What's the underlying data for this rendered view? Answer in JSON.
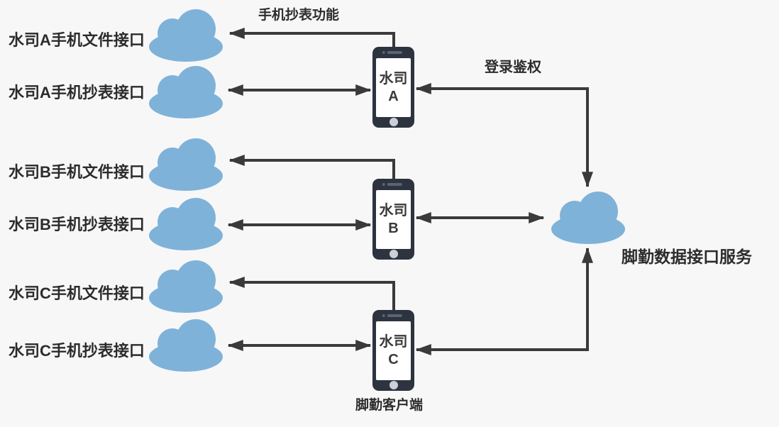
{
  "diagram": {
    "interfaces": [
      {
        "label": "水司A手机文件接口"
      },
      {
        "label": "水司A手机抄表接口"
      },
      {
        "label": "水司B手机文件接口"
      },
      {
        "label": "水司B手机抄表接口"
      },
      {
        "label": "水司C手机文件接口"
      },
      {
        "label": "水司C手机抄表接口"
      }
    ],
    "phones": [
      {
        "name": "水司",
        "letter": "A"
      },
      {
        "name": "水司",
        "letter": "B"
      },
      {
        "name": "水司",
        "letter": "C"
      }
    ],
    "annotations": {
      "meter_function": "手机抄表功能",
      "login_auth": "登录鉴权",
      "client": "脚勤客户端",
      "service": "脚勤数据接口服务"
    },
    "colors": {
      "background": "#f7f7f7",
      "cloud": "#7fb2d9",
      "line": "#3a3a3a",
      "phone_body": "#2d3440",
      "text": "#2c2c2c"
    }
  }
}
